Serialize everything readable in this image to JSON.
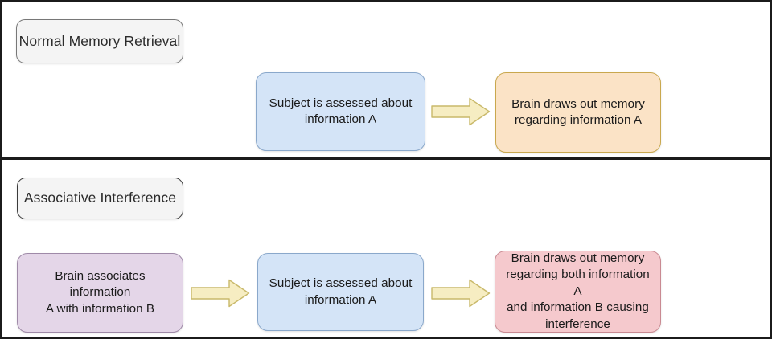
{
  "diagram": {
    "title": "Normal Memory Retrieval versus Associative Interference",
    "colors": {
      "frame": "#1b1b1b",
      "divider": "#1b1b1b",
      "label_fill": "#f4f4f4",
      "label_border": "#777777",
      "blue_fill": "#d4e4f7",
      "blue_border": "#8aa8cb",
      "orange_fill": "#fbe3c6",
      "orange_border": "#c9a84e",
      "purple_fill": "#e4d6e8",
      "purple_border": "#9f8aa8",
      "pink_fill": "#f5c9cd",
      "pink_border": "#c98a92",
      "arrow_fill": "#f6edc2",
      "arrow_border": "#c9b96a"
    },
    "sections": [
      {
        "id": "normal-memory-retrieval",
        "label": "Normal Memory\nRetrieval",
        "steps": [
          {
            "id": "assessed-a",
            "color": "blue",
            "text": "Subject is assessed about\ninformation A"
          },
          {
            "id": "draws-memory-a",
            "color": "orange",
            "text": "Brain draws out memory\nregarding information A"
          }
        ],
        "arrows": [
          {
            "id": "arrow-top-1",
            "from": "assessed-a",
            "to": "draws-memory-a",
            "direction": "right"
          }
        ]
      },
      {
        "id": "associative-interference",
        "label": "Associative Interference",
        "steps": [
          {
            "id": "associates-a-b",
            "color": "purple",
            "text": "Brain associates information\nA with information B"
          },
          {
            "id": "assessed-a-2",
            "color": "blue",
            "text": "Subject is assessed about\ninformation A"
          },
          {
            "id": "draws-memory-ab",
            "color": "pink",
            "text": "Brain draws out memory\nregarding both information A\nand information B causing\ninterference"
          }
        ],
        "arrows": [
          {
            "id": "arrow-bottom-1",
            "from": "associates-a-b",
            "to": "assessed-a-2",
            "direction": "right"
          },
          {
            "id": "arrow-bottom-2",
            "from": "assessed-a-2",
            "to": "draws-memory-ab",
            "direction": "right"
          }
        ]
      }
    ]
  }
}
